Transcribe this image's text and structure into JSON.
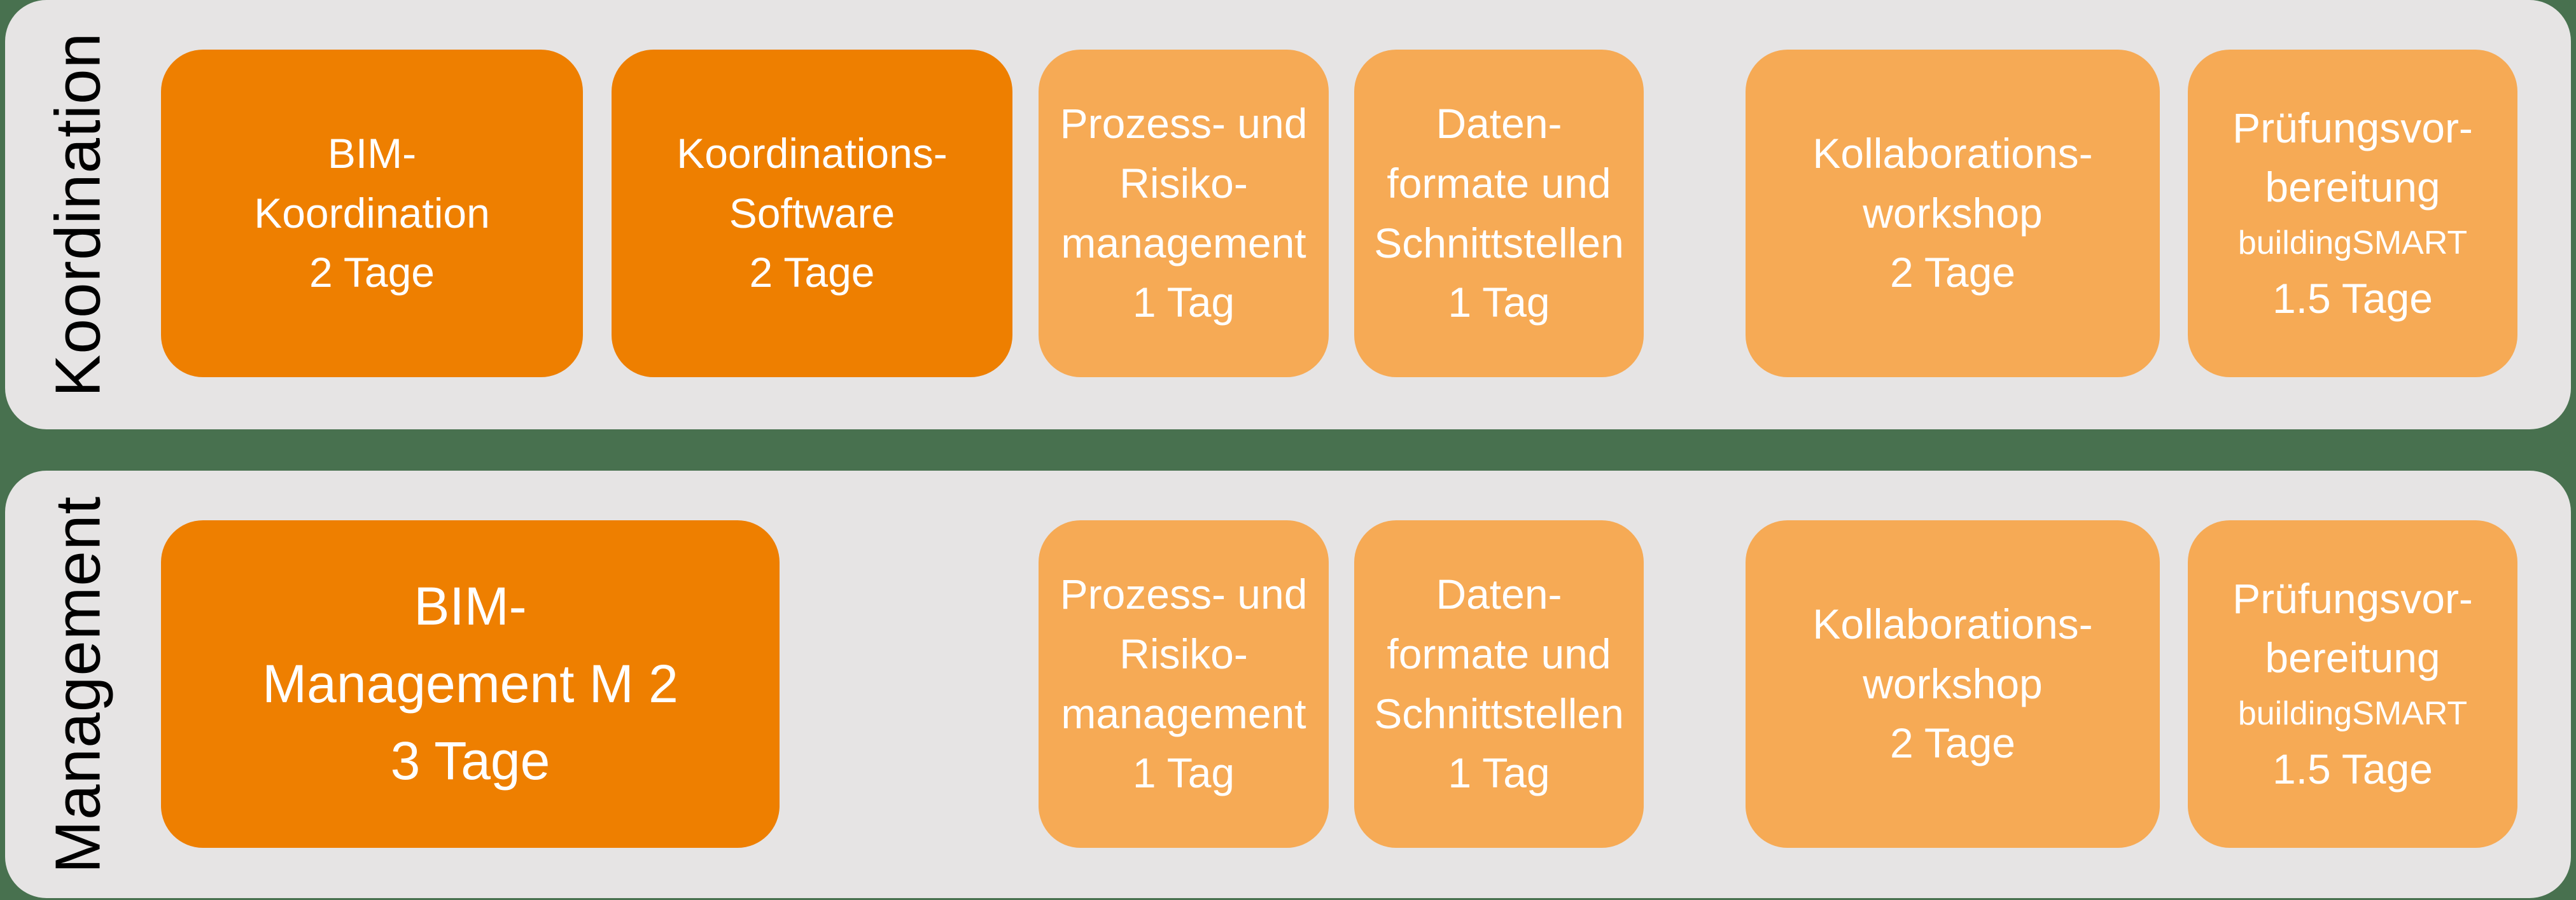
{
  "colors": {
    "background_green": "#48714F",
    "band_gray": "#E6E4E4",
    "box_dark_orange": "#EE7F00",
    "box_light_orange": "#F6AA55",
    "box_text": "#FFFFFF",
    "label_text": "#000000"
  },
  "rows": [
    {
      "label": "Koordination",
      "boxes": [
        {
          "emphasis": "dark",
          "duration": "2 Tage",
          "lines": [
            "BIM-",
            "Koordination",
            "2 Tage"
          ]
        },
        {
          "emphasis": "dark",
          "duration": "2 Tage",
          "lines": [
            "Koordinations-",
            "Software",
            "2 Tage"
          ]
        },
        {
          "emphasis": "light",
          "duration": "1 Tag",
          "lines": [
            "Prozess- und",
            "Risiko-",
            "management",
            "1 Tag"
          ]
        },
        {
          "emphasis": "light",
          "duration": "1 Tag",
          "lines": [
            "Daten-",
            "formate und",
            "Schnittstellen",
            "1 Tag"
          ]
        },
        {
          "emphasis": "light",
          "duration": "2 Tage",
          "lines": [
            "Kollaborations-",
            "workshop",
            "2 Tage"
          ]
        },
        {
          "emphasis": "light",
          "duration": "1.5 Tage",
          "lines": [
            "Prüfungsvor-",
            "bereitung",
            "buildingSMART",
            "1.5 Tage"
          ]
        }
      ]
    },
    {
      "label": "Management",
      "boxes": [
        {
          "emphasis": "dark",
          "duration": "3 Tage",
          "lines": [
            "BIM-",
            "Management M 2",
            "3 Tage"
          ]
        },
        {
          "emphasis": "light",
          "duration": "1 Tag",
          "lines": [
            "Prozess- und",
            "Risiko-",
            "management",
            "1 Tag"
          ]
        },
        {
          "emphasis": "light",
          "duration": "1 Tag",
          "lines": [
            "Daten-",
            "formate und",
            "Schnittstellen",
            "1 Tag"
          ]
        },
        {
          "emphasis": "light",
          "duration": "2 Tage",
          "lines": [
            "Kollaborations-",
            "workshop",
            "2 Tage"
          ]
        },
        {
          "emphasis": "light",
          "duration": "1.5 Tage",
          "lines": [
            "Prüfungsvor-",
            "bereitung",
            "buildingSMART",
            "1.5 Tage"
          ]
        }
      ]
    }
  ]
}
